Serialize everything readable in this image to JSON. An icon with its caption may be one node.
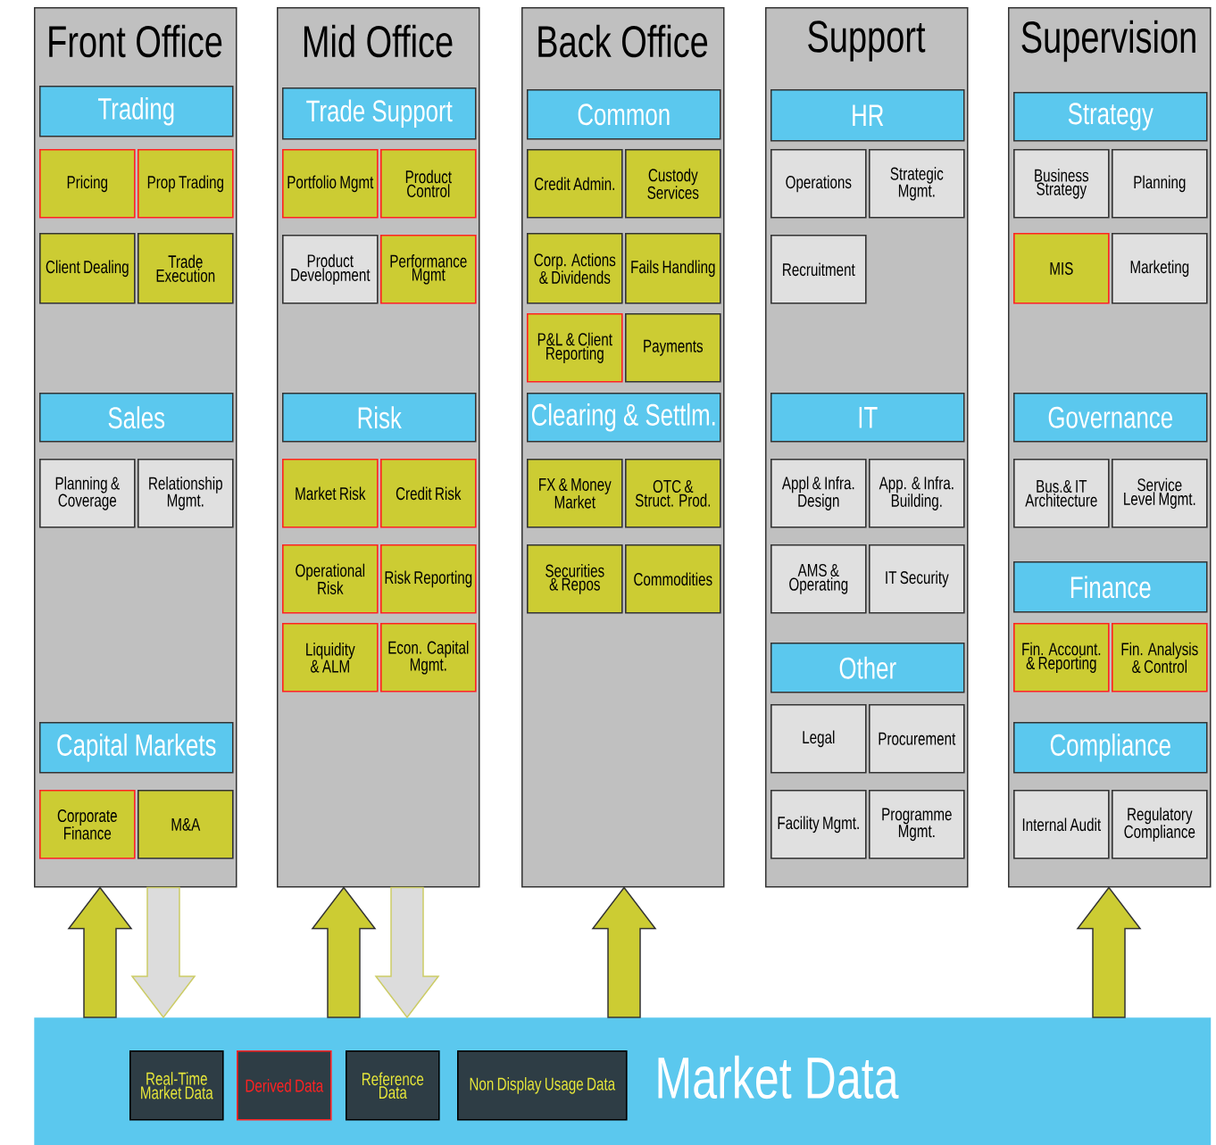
{
  "diagram": {
    "nodes": [
      {
        "text": [
          "Front Office"
        ]
      },
      {
        "text": [
          "Trading"
        ],
        "in": 0
      },
      {
        "text": [
          "Pricing"
        ],
        "in": 0
      },
      {
        "text": [
          "Prop Trading"
        ],
        "in": 0
      },
      {
        "text": [
          "Client Dealing"
        ],
        "in": 0
      },
      {
        "text": [
          "Trade Execution"
        ],
        "in": 0
      },
      {
        "text": [
          "Sales"
        ],
        "in": 0
      },
      {
        "text": [
          "Planning & Coverage"
        ],
        "in": 0
      },
      {
        "text": [
          "Relationship Mgmt."
        ],
        "in": 0
      },
      {
        "text": [
          "Capital Markets"
        ],
        "in": 0
      },
      {
        "text": [
          "Corporate Finance"
        ],
        "in": 0
      },
      {
        "text": [
          "M&A"
        ],
        "in": 0
      },
      {
        "text": [
          "Mid Office"
        ]
      },
      {
        "text": [
          "Trade Support"
        ],
        "in": 12
      },
      {
        "text": [
          "Portfolio Mgmt"
        ],
        "in": 12
      },
      {
        "text": [
          "Product Control"
        ],
        "in": 12
      },
      {
        "text": [
          "Product Development"
        ],
        "in": 12
      },
      {
        "text": [
          "Performance Mgmt"
        ],
        "in": 12
      },
      {
        "text": [
          "Risk"
        ],
        "in": 12
      },
      {
        "text": [
          "Market Risk"
        ],
        "in": 12
      },
      {
        "text": [
          "Credit Risk"
        ],
        "in": 12
      },
      {
        "text": [
          "Operational Risk"
        ],
        "in": 12
      },
      {
        "text": [
          "Risk Reporting"
        ],
        "in": 12
      },
      {
        "text": [
          "Liquidity & ALM"
        ],
        "in": 12
      },
      {
        "text": [
          "Econ. Capital Mgmt."
        ],
        "in": 12
      },
      {
        "text": [
          "Back Office"
        ]
      },
      {
        "text": [
          "Common"
        ],
        "in": 25
      },
      {
        "text": [
          "Credit Admin."
        ],
        "in": 25
      },
      {
        "text": [
          "Custody Services"
        ],
        "in": 25
      },
      {
        "text": [
          "Corp. Actions & Dividends"
        ],
        "in": 25
      },
      {
        "text": [
          "Fails Handling"
        ],
        "in": 25
      },
      {
        "text": [
          "P&L & Client Reporting"
        ],
        "in": 25
      },
      {
        "text": [
          "Payments"
        ],
        "in": 25
      },
      {
        "text": [
          "Clearing & Settlm."
        ],
        "in": 25
      },
      {
        "text": [
          "FX & Money Market"
        ],
        "in": 25
      },
      {
        "text": [
          "OTC & Struct. Prod."
        ],
        "in": 25
      },
      {
        "text": [
          "Securities & Repos"
        ],
        "in": 25
      },
      {
        "text": [
          "Commodities"
        ],
        "in": 25
      },
      {
        "text": [
          "Support"
        ]
      },
      {
        "text": [
          "HR"
        ],
        "in": 38
      },
      {
        "text": [
          "Operations"
        ],
        "in": 38
      },
      {
        "text": [
          "Strategic Mgmt."
        ],
        "in": 38
      },
      {
        "text": [
          "Recruitment"
        ],
        "in": 38
      },
      {
        "text": [
          "IT"
        ],
        "in": 38
      },
      {
        "text": [
          "Appl & Infra. Design"
        ],
        "in": 38
      },
      {
        "text": [
          "App. & Infra. Building."
        ],
        "in": 38
      },
      {
        "text": [
          "AMS & Operating"
        ],
        "in": 38
      },
      {
        "text": [
          "IT Security"
        ],
        "in": 38
      },
      {
        "text": [
          "Other"
        ],
        "in": 38
      },
      {
        "text": [
          "Legal"
        ],
        "in": 38
      },
      {
        "text": [
          "Procurement"
        ],
        "in": 38
      },
      {
        "text": [
          "Facility Mgmt."
        ],
        "in": 38
      },
      {
        "text": [
          "Programme Mgmt."
        ],
        "in": 38
      },
      {
        "text": [
          "Supervision"
        ]
      },
      {
        "text": [
          "Strategy"
        ],
        "in": 53
      },
      {
        "text": [
          "Business Strategy"
        ],
        "in": 53
      },
      {
        "text": [
          "Planning"
        ],
        "in": 53
      },
      {
        "text": [
          "MIS"
        ],
        "in": 53
      },
      {
        "text": [
          "Marketing"
        ],
        "in": 53
      },
      {
        "text": [
          "Governance"
        ],
        "in": 53
      },
      {
        "text": [
          "Bus.& IT Architecture"
        ],
        "in": 53
      },
      {
        "text": [
          "Service Level Mgmt."
        ],
        "in": 53
      },
      {
        "text": [
          "Finance"
        ],
        "in": 53
      },
      {
        "text": [
          "Fin. Account. & Reporting"
        ],
        "in": 53
      },
      {
        "text": [
          "Fin. Analysis & Control"
        ],
        "in": 53
      },
      {
        "text": [
          "Compliance"
        ],
        "in": 53
      },
      {
        "text": [
          "Internal Audit"
        ],
        "in": 53
      },
      {
        "text": [
          "Regulatory Compliance"
        ],
        "in": 53
      },
      {
        "text": [
          "Market Data"
        ]
      },
      {
        "text": [
          "Real-Time Market Data"
        ],
        "in": 68
      },
      {
        "text": [
          "Derived Data"
        ],
        "in": 68
      },
      {
        "text": [
          "Reference Data"
        ],
        "in": 68
      },
      {
        "text": [
          "Non Display Usage Data"
        ],
        "in": 68
      }
    ],
    "edges": [
      {
        "from": 68,
        "to": 0,
        "arrow": "to"
      },
      {
        "from": 0,
        "to": 68,
        "arrow": "to",
        "color": "#dcdcdc"
      },
      {
        "from": 68,
        "to": 12,
        "arrow": "to"
      },
      {
        "from": 12,
        "to": 68,
        "arrow": "to",
        "color": "#dcdcdc"
      },
      {
        "from": 68,
        "to": 25,
        "arrow": "to"
      },
      {
        "from": 68,
        "to": 53,
        "arrow": "to"
      }
    ]
  }
}
